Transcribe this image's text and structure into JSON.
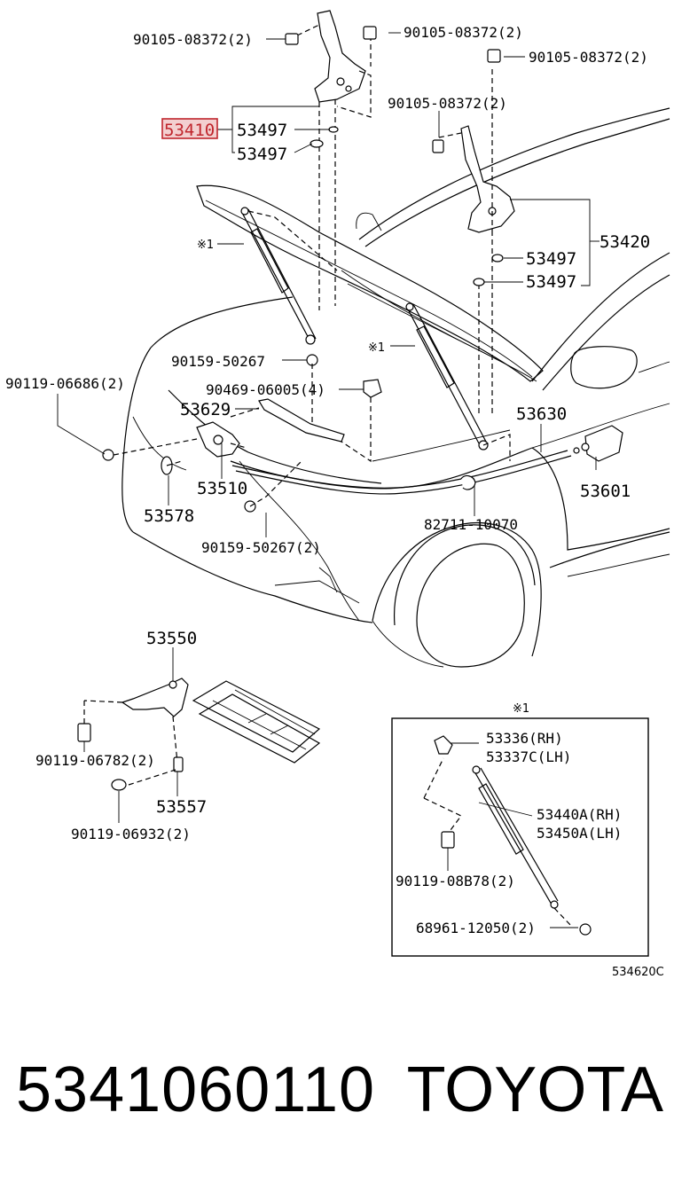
{
  "labels": {
    "l_90105_a": "90105-08372(2)",
    "l_90105_b": "90105-08372(2)",
    "l_90105_c": "90105-08372(2)",
    "l_90105_d": "90105-08372(2)",
    "l_53410": "53410",
    "l_53497_a": "53497",
    "l_53497_b": "53497",
    "l_53420": "53420",
    "l_53497_c": "53497",
    "l_53497_d": "53497",
    "l_note1_a": "※1",
    "l_note1_b": "※1",
    "l_90159_a": "90159-50267",
    "l_90119_06686": "90119-06686(2)",
    "l_90469": "90469-06005(4)",
    "l_53629": "53629",
    "l_53630": "53630",
    "l_53510": "53510",
    "l_53578": "53578",
    "l_53601": "53601",
    "l_82711": "82711-10070",
    "l_90159_b": "90159-50267(2)",
    "l_53550": "53550",
    "l_90119_06782": "90119-06782(2)",
    "l_53557": "53557",
    "l_90119_06932": "90119-06932(2)",
    "l_note1_box": "※1",
    "l_53336": "53336(RH)",
    "l_53337c": "53337C(LH)",
    "l_53440a": "53440A(RH)",
    "l_53450a": "53450A(LH)",
    "l_90119_08b78": "90119-08B78(2)",
    "l_68961": "68961-12050(2)",
    "l_ref": "534620C"
  },
  "footer": {
    "part_number": "5341060110",
    "brand": "TOYOTA"
  },
  "colors": {
    "highlight_border": "#c0262d",
    "highlight_fill": "#f3d0d0"
  }
}
